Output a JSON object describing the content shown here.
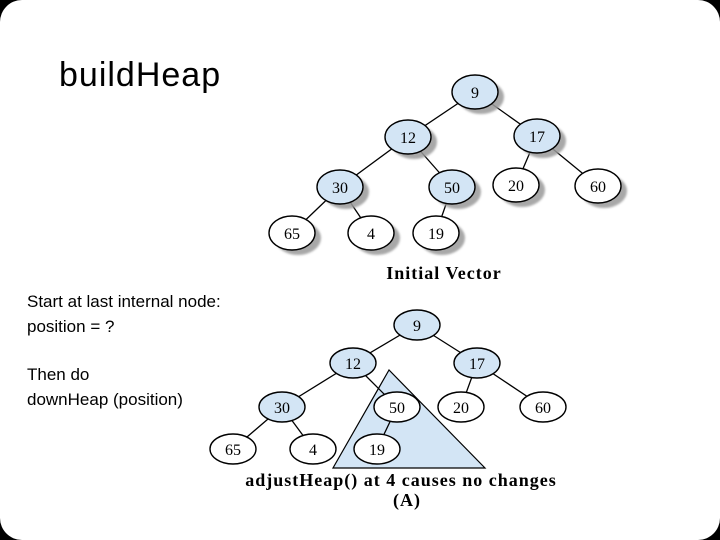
{
  "slide": {
    "title": "buildHeap",
    "text_block": {
      "line1": "Start at last internal node:",
      "line2": "position = ?",
      "line3": "Then do",
      "line4": "downHeap (position)"
    }
  },
  "colors": {
    "page_background": "#000000",
    "slide_background": "#ffffff",
    "node_fill_highlight": "#d3e5f5",
    "node_fill_plain": "#ffffff",
    "node_outline": "#000000",
    "node_shadow": "#9a9a9a",
    "triangle_fill": "#d3e5f5",
    "text_color": "#000000"
  },
  "diagrams": [
    {
      "id": "initial-vector-tree",
      "caption": "Initial Vector",
      "has_shadows": true,
      "nodes": [
        {
          "value": "9",
          "highlighted": true
        },
        {
          "value": "12",
          "highlighted": true
        },
        {
          "value": "17",
          "highlighted": true
        },
        {
          "value": "30",
          "highlighted": true
        },
        {
          "value": "50",
          "highlighted": true
        },
        {
          "value": "20",
          "highlighted": false
        },
        {
          "value": "60",
          "highlighted": false
        },
        {
          "value": "65",
          "highlighted": false
        },
        {
          "value": "4",
          "highlighted": false
        },
        {
          "value": "19",
          "highlighted": false
        }
      ],
      "edges": [
        "9-12",
        "9-17",
        "12-30",
        "12-50",
        "17-20",
        "17-60",
        "30-65",
        "30-4",
        "50-19"
      ]
    },
    {
      "id": "adjust-heap-tree",
      "caption": "adjustHeap() at 4 causes no changes",
      "sub_caption": "(A)",
      "has_shadows": false,
      "highlight_triangle_over_subtree": "50",
      "nodes": [
        {
          "value": "9",
          "highlighted": true
        },
        {
          "value": "12",
          "highlighted": true
        },
        {
          "value": "17",
          "highlighted": true
        },
        {
          "value": "30",
          "highlighted": true
        },
        {
          "value": "50",
          "highlighted": false
        },
        {
          "value": "20",
          "highlighted": false
        },
        {
          "value": "60",
          "highlighted": false
        },
        {
          "value": "65",
          "highlighted": false
        },
        {
          "value": "4",
          "highlighted": false
        },
        {
          "value": "19",
          "highlighted": false
        }
      ],
      "edges": [
        "9-12",
        "9-17",
        "12-30",
        "12-50",
        "17-20",
        "17-60",
        "30-65",
        "30-4",
        "50-19"
      ]
    }
  ]
}
